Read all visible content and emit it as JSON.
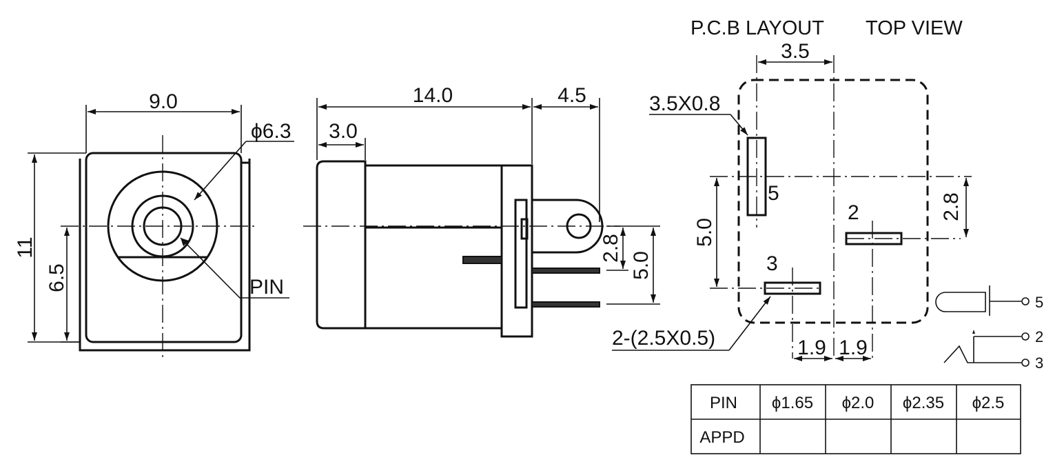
{
  "titles": {
    "pcb_layout": "P.C.B LAYOUT",
    "top_view": "TOP VIEW"
  },
  "front_view": {
    "width": "9.0",
    "bore_diameter": "ϕ6.3",
    "height": "11",
    "pin_height": "6.5",
    "pin_label": "PIN"
  },
  "side_view": {
    "body_length": "14.0",
    "tab_length": "4.5",
    "front_length": "3.0",
    "pin_offset": "2.8",
    "pin_pitch": "5.0"
  },
  "pcb_layout": {
    "top_pitch": "3.5",
    "slot_large": "3.5X0.8",
    "slot_small": "2-(2.5X0.5)",
    "vertical_pitch": "5.0",
    "right_offset": "2.8",
    "bottom_left": "1.9",
    "bottom_right": "1.9",
    "pins": {
      "p5": "5",
      "p2": "2",
      "p3": "3"
    }
  },
  "schematic": {
    "pins": [
      "5",
      "2",
      "3"
    ]
  },
  "table": {
    "header": [
      "PIN",
      "ϕ1.65",
      "ϕ2.0",
      "ϕ2.35",
      "ϕ2.5"
    ],
    "row2_label": "APPD",
    "row2_values": [
      "",
      "",
      "",
      ""
    ]
  }
}
